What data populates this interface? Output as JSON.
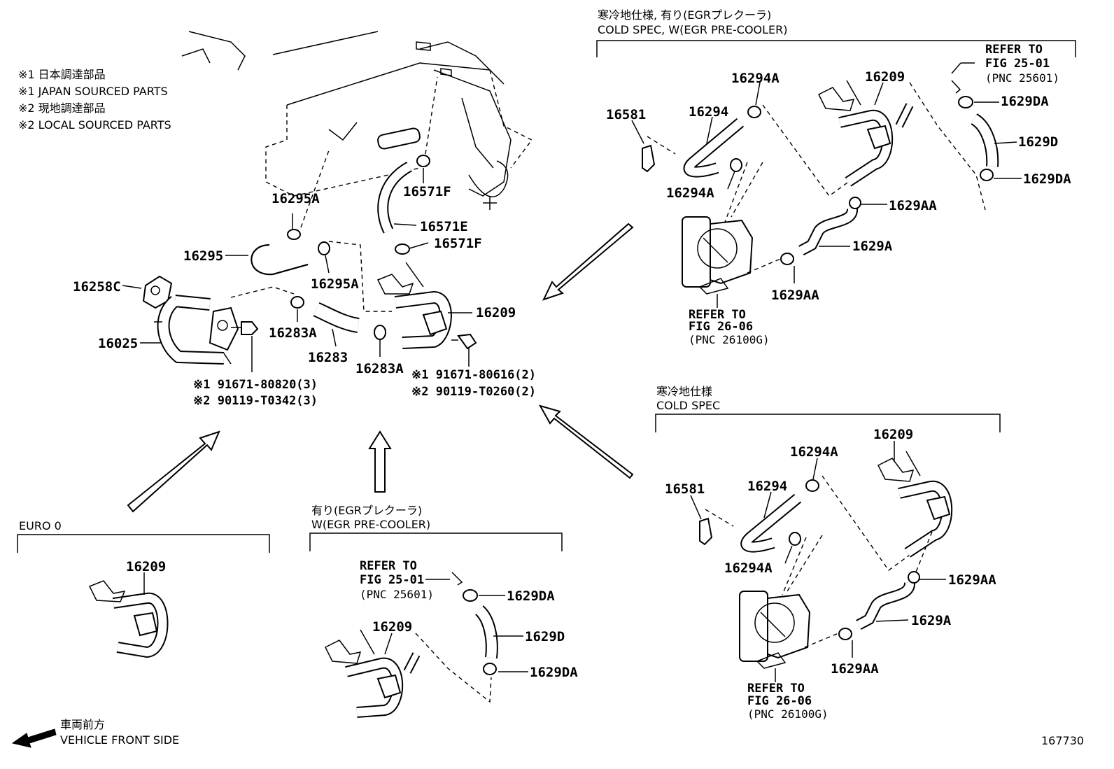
{
  "notes": {
    "line1": "※1 日本調達部品",
    "line2": "※1 JAPAN SOURCED PARTS",
    "line3": "※2 現地調達部品",
    "line4": "※2 LOCAL SOURCED PARTS"
  },
  "sections": {
    "cold_egr": {
      "label_jp": "寒冷地仕様, 有り(EGRプレクーラ)",
      "label_en": "COLD SPEC, W(EGR PRE-COOLER)"
    },
    "cold": {
      "label_jp": "寒冷地仕様",
      "label_en": "COLD SPEC"
    },
    "egr": {
      "label_jp": "有り(EGRプレクーラ)",
      "label_en": "W(EGR PRE-COOLER)"
    },
    "euro": {
      "label_en": "EURO 0"
    }
  },
  "main": {
    "p16295A_top": "16295A",
    "p16295": "16295",
    "p16295A_bot": "16295A",
    "p16571F_top": "16571F",
    "p16571E": "16571E",
    "p16571F_bot": "16571F",
    "p16258C": "16258C",
    "p16025": "16025",
    "p16283A_left": "16283A",
    "p16283": "16283",
    "p16283A_right": "16283A",
    "p16209": "16209",
    "bolt_left_1": "※1 91671-80820(3)",
    "bolt_left_2": "※2 90119-T0342(3)",
    "bolt_right_1": "※1 91671-80616(2)",
    "bolt_right_2": "※2 90119-T0260(2)"
  },
  "cold_egr_parts": {
    "p16294A_top": "16294A",
    "p16581": "16581",
    "p16294": "16294",
    "p16294A_bot": "16294A",
    "p16209": "16209",
    "refer1": "REFER TO",
    "refer2": "FIG 25-01",
    "refer3": "(PNC 25601)",
    "p1629DA_top": "1629DA",
    "p1629D": "1629D",
    "p1629DA_bot": "1629DA",
    "p1629AA_top": "1629AA",
    "p1629A": "1629A",
    "p1629AA_bot": "1629AA",
    "refer4": "REFER TO",
    "refer5": "FIG 26-06",
    "refer6": "(PNC 26100G)"
  },
  "cold_parts": {
    "p16209": "16209",
    "p16294A_top": "16294A",
    "p16581": "16581",
    "p16294": "16294",
    "p16294A_bot": "16294A",
    "p1629AA_top": "1629AA",
    "p1629A": "1629A",
    "p1629AA_bot": "1629AA",
    "refer1": "REFER TO",
    "refer2": "FIG 26-06",
    "refer3": "(PNC 26100G)"
  },
  "egr_parts": {
    "refer1": "REFER TO",
    "refer2": "FIG 25-01",
    "refer3": "(PNC 25601)",
    "p1629DA_top": "1629DA",
    "p16209": "16209",
    "p1629D": "1629D",
    "p1629DA_bot": "1629DA"
  },
  "euro_parts": {
    "p16209": "16209"
  },
  "footer": {
    "front_jp": "車両前方",
    "front_en": "VEHICLE FRONT SIDE",
    "figure_id": "167730"
  }
}
